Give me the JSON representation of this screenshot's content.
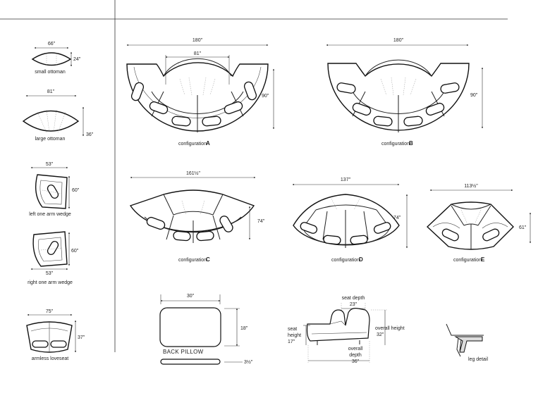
{
  "pieces": {
    "small_ottoman": {
      "name": "small ottoman",
      "width": "66\"",
      "depth": "24\""
    },
    "large_ottoman": {
      "name": "large ottoman",
      "width": "81\"",
      "depth": "36\""
    },
    "left_wedge": {
      "name": "left one arm wedge",
      "width": "53\"",
      "depth": "60\""
    },
    "right_wedge": {
      "name": "right one arm wedge",
      "width": "53\"",
      "depth": "60\""
    },
    "loveseat": {
      "name": "armless loveseat",
      "width": "75\"",
      "depth": "37\""
    }
  },
  "configurations": {
    "prefix": "configuration",
    "A": {
      "letter": "A",
      "width": "180\"",
      "inner": "81\"",
      "depth": "90\""
    },
    "B": {
      "letter": "B",
      "width": "180\"",
      "depth": "90\""
    },
    "C": {
      "letter": "C",
      "width": "161½\"",
      "depth": "74\""
    },
    "D": {
      "letter": "D",
      "width": "137\"",
      "depth": "74\""
    },
    "E": {
      "letter": "E",
      "width": "113½\"",
      "depth": "61\""
    }
  },
  "pillow": {
    "label": "BACK PILLOW",
    "width": "30\"",
    "height": "18\"",
    "thickness": "3½\""
  },
  "profile": {
    "seat_depth_label": "seat depth",
    "seat_depth": "23\"",
    "seat_height_label_1": "seat",
    "seat_height_label_2": "height",
    "seat_height": "17\"",
    "overall_height_label": "overall height",
    "overall_height": "32\"",
    "overall_depth_label_1": "overall",
    "overall_depth_label_2": "depth",
    "overall_depth": "36\""
  },
  "leg": {
    "label": "leg detail"
  }
}
